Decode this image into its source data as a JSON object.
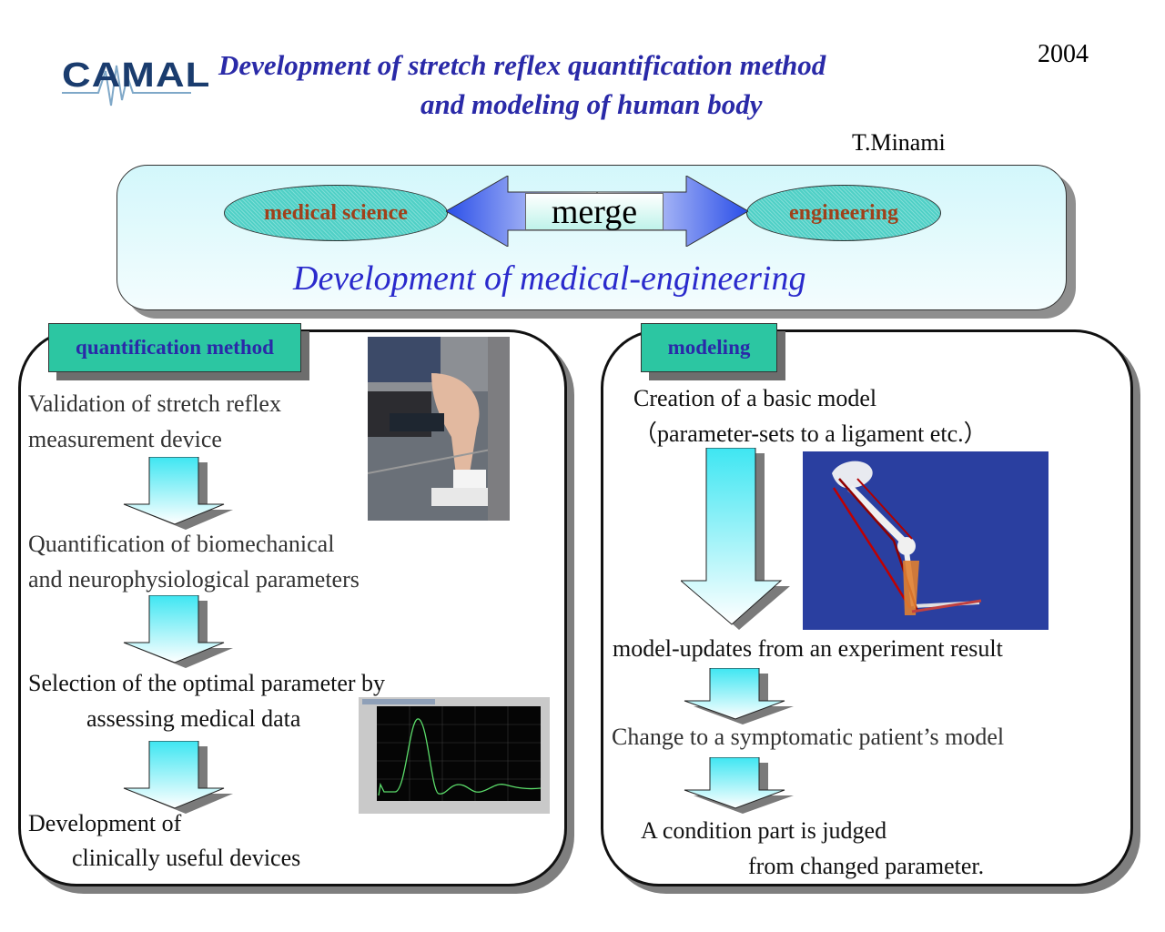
{
  "header": {
    "logo_text": "CAMAL",
    "title_line1": "Development of  stretch reflex quantification method",
    "title_line2": "and modeling of human body",
    "year": "2004",
    "author": "T.Minami"
  },
  "merge_panel": {
    "left_oval": "medical science",
    "right_oval": "engineering",
    "center_label": "merge",
    "subtitle": "Development of medical-engineering"
  },
  "left_section": {
    "tag": "quantification method",
    "step1_line1": "Validation of stretch reflex",
    "step1_line2": "measurement device",
    "step2_line1": "Quantification of biomechanical",
    "step2_line2": "and neurophysiological parameters",
    "step3_line1": "Selection of the optimal  parameter by",
    "step3_line2": "assessing medical data",
    "step4_line1": "Development  of",
    "step4_line2": "clinically  useful devices"
  },
  "right_section": {
    "tag": "modeling",
    "step1_line1": "Creation of a basic model",
    "step1_line2": "（parameter-sets to a ligament etc.）",
    "step2": "model-updates from an experiment result",
    "step3": "Change to a symptomatic patient’s model",
    "step4_line1": "A condition part is judged",
    "step4_line2": "from changed parameter."
  },
  "colors": {
    "title_blue": "#2a2aa8",
    "tag_green": "#2cc6a2",
    "oval_text": "#a0401a",
    "arrow_cyan": "#c8f4fa",
    "merge_arrow_blue": "#3a5cf0"
  }
}
